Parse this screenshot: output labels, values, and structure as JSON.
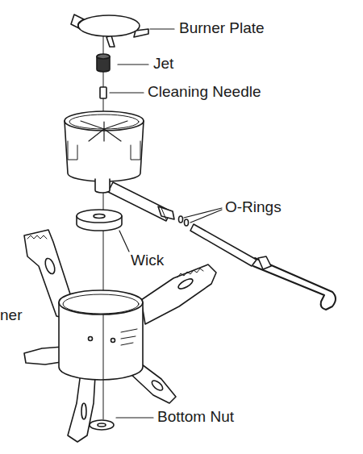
{
  "diagram": {
    "labels": [
      "Burner Plate",
      "Jet",
      "Cleaning Needle",
      "O-Rings",
      "Wick",
      "ner",
      "Bottom Nut"
    ]
  }
}
